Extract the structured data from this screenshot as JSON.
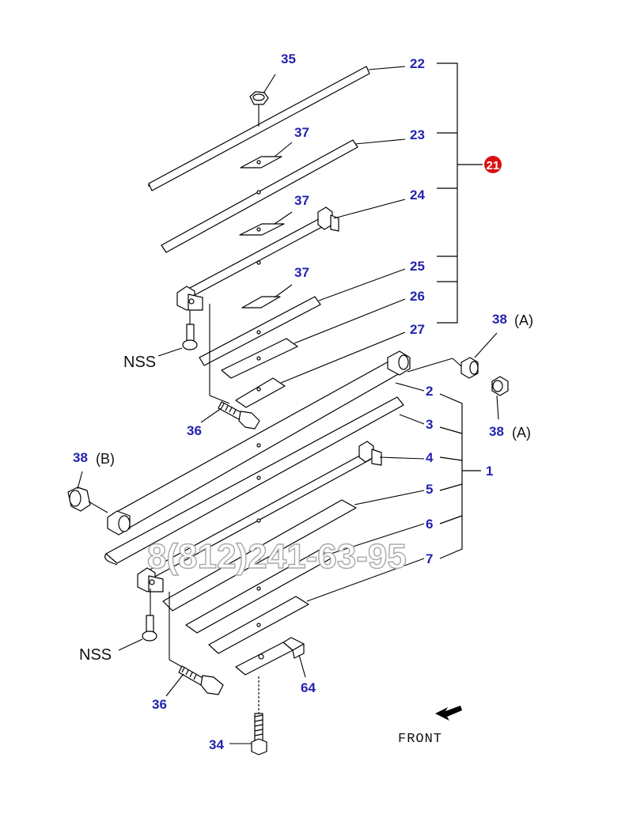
{
  "callouts": {
    "p22": "22",
    "p23": "23",
    "p24": "24",
    "p25": "25",
    "p26": "26",
    "p27": "27",
    "p21": "21",
    "p35": "35",
    "p37a": "37",
    "p37b": "37",
    "p37c": "37",
    "p38a_top": "38",
    "p38a_top_tag": "(A)",
    "p38a_bot": "38",
    "p38a_bot_tag": "(A)",
    "p38b": "38",
    "p38b_tag": "(B)",
    "p2": "2",
    "p3": "3",
    "p4": "4",
    "p5": "5",
    "p6": "6",
    "p7": "7",
    "p1": "1",
    "p36_top": "36",
    "p36_bot": "36",
    "p64": "64",
    "p34": "34",
    "nss_top": "NSS",
    "nss_bot": "NSS"
  },
  "front_label": "FRONT",
  "watermark": "8(812)241-63-95",
  "colors": {
    "callout": "#2323b0",
    "highlight_badge": "#d81010"
  }
}
